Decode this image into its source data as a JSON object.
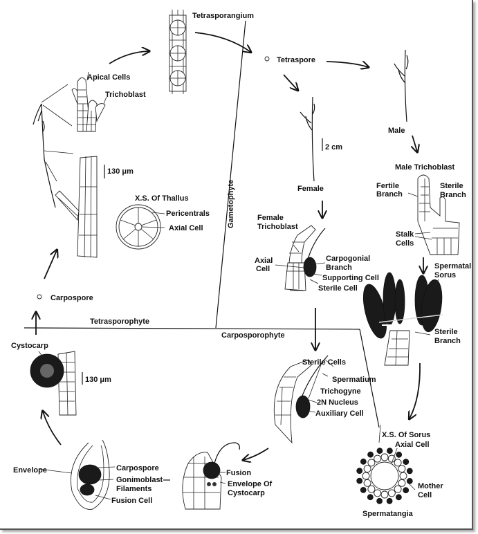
{
  "title": "Life cycle of Polysiphonia",
  "phases": {
    "gametophyte": "Gametophyte",
    "tetrasporophyte": "Tetrasporophyte",
    "carposporophyte": "Carposporophyte"
  },
  "labels": {
    "tetrasporangium": "Tetrasporangium",
    "apical_cells": "Apical Cells",
    "trichoblast": "Trichoblast",
    "scale_130_top": "130 μm",
    "xs_thallus": "X.S. Of Thallus",
    "pericentrals": "Pericentrals",
    "axial_cell_thallus": "Axial Cell",
    "carpospore_stage": "Carpospore",
    "tetraspore": "Tetraspore",
    "male": "Male",
    "scale_2cm": "2 cm",
    "female": "Female",
    "male_trichoblast": "Male Trichoblast",
    "fertile_branch_1": "Fertile",
    "fertile_branch_2": "Branch",
    "sterile_branch_1": "Sterile",
    "sterile_branch_2": "Branch",
    "stalk_cells_1": "Stalk",
    "stalk_cells_2": "Cells",
    "female_trichoblast_1": "Female",
    "female_trichoblast_2": "Trichoblast",
    "axial_cell_f_1": "Axial",
    "axial_cell_f_2": "Cell",
    "carpogonial_branch_1": "Carpogonial",
    "carpogonial_branch_2": "Branch",
    "supporting_cell": "Supporting Cell",
    "sterile_cell": "Sterile Cell",
    "spermatal_sorus_1": "Spermatal",
    "spermatal_sorus_2": "Sorus",
    "sterile_branch_sorus_1": "Sterile",
    "sterile_branch_sorus_2": "Branch",
    "cystocarp": "Cystocarp",
    "scale_130_bottom": "130 μm",
    "sterile_cells": "Sterile Cells",
    "spermatium": "Spermatium",
    "trichogyne": "Trichogyne",
    "nucleus_2n": "2N Nucleus",
    "auxiliary_cell": "Auxiliary Cell",
    "xs_sorus": "X.S. Of Sorus",
    "axial_cell_sorus": "Axial Cell",
    "mother_cell_1": "Mother",
    "mother_cell_2": "Cell",
    "spermatangia": "Spermatangia",
    "envelope": "Envelope",
    "carpospore_env": "Carpospore",
    "gonimoblast_1": "Gonimoblast",
    "gonimoblast_2": "Filaments",
    "fusion_cell": "Fusion Cell",
    "fusion": "Fusion",
    "envelope_cysto_1": "Envelope Of",
    "envelope_cysto_2": "Cystocarp"
  }
}
